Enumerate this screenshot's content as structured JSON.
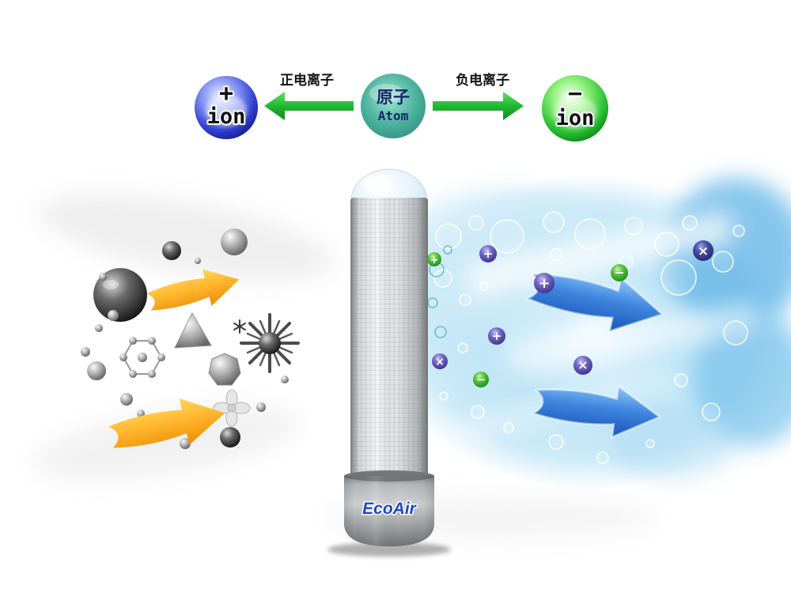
{
  "top_diagram": {
    "positive_arrow_label": "正电离子",
    "negative_arrow_label": "负电离子",
    "atom_label_zh": "原子",
    "atom_label_en": "Atom",
    "positive_ion_sign": "+",
    "positive_ion_text": "ion",
    "negative_ion_sign": "−",
    "negative_ion_text": "ion"
  },
  "device": {
    "logo_text": "EcoAir"
  },
  "ion_badges": [
    {
      "symbol": "+",
      "type": "green"
    },
    {
      "symbol": "+",
      "type": "purple"
    },
    {
      "symbol": "+",
      "type": "purple"
    },
    {
      "symbol": "−",
      "type": "green"
    },
    {
      "symbol": "+",
      "type": "purple"
    },
    {
      "symbol": "×",
      "type": "purple"
    },
    {
      "symbol": "−",
      "type": "green"
    },
    {
      "symbol": "×",
      "type": "purple"
    },
    {
      "symbol": "×",
      "type": "navy"
    }
  ],
  "colors": {
    "positive_orb_blue": "#2d3bd0",
    "negative_orb_green": "#23bb2c",
    "atom_teal": "#4db3a0",
    "diagram_arrow_green": "#1fb834",
    "dirty_arrow_orange": "#ffb62e",
    "clean_arrow_blue": "#3f86e0",
    "clean_air_blue": "#a5d9f3",
    "logo_blue": "#1b46c9"
  }
}
